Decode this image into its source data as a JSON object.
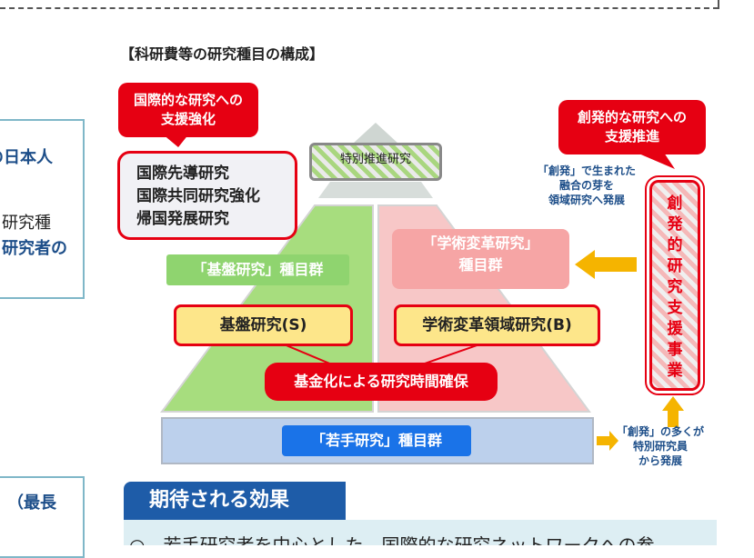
{
  "title": "【科研費等の研究種目の構成】",
  "left_panel": {
    "line1": "の日本人",
    "line2": "研究種",
    "line3": "研究者の",
    "bottom": "（最長"
  },
  "tag_intl": {
    "line1": "国際的な研究への",
    "line2": "支援強化"
  },
  "intl_box": {
    "items": [
      "国際先導研究",
      "国際共同研究強化",
      "帰国発展研究"
    ]
  },
  "special": "特別推進研究",
  "kiban_group": "「基盤研究」種目群",
  "gakujutsu_group": {
    "line1": "「学術変革研究」",
    "line2": "種目群"
  },
  "kiban_s": "基盤研究(S)",
  "gakujutsu_b": "学術変革領域研究(B)",
  "fund": "基金化による研究時間確保",
  "wakate": "「若手研究」種目群",
  "tag_souhatsu": {
    "line1": "創発的な研究への",
    "line2": "支援推進"
  },
  "note_top": {
    "line1": "「創発」で生まれた",
    "line2": "融合の芽を",
    "line3": "領域研究へ発展"
  },
  "vertical": [
    "創",
    "発",
    "的",
    "研",
    "究",
    "支",
    "援",
    "事",
    "業"
  ],
  "note_bottom": {
    "line1": "「創発」の多くが",
    "line2": "特別研究員",
    "line3": "から発展"
  },
  "heading": "期待される効果",
  "bottom_text": "○　若手研究者を中心とした、国際的な研究ネットワークへの参",
  "colors": {
    "red": "#e60012",
    "green": "#8fd46f",
    "pink": "#f6a5a5",
    "navy": "#1e5ca8",
    "blue": "#1a73e8",
    "yellow": "#fde68a",
    "arrow": "#f5b400"
  }
}
